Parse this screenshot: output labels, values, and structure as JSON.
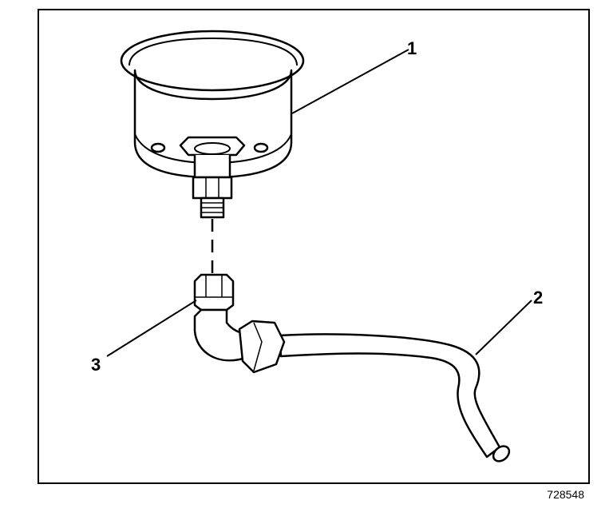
{
  "callouts": {
    "filter_housing": "1",
    "hose": "2",
    "elbow_fitting": "3"
  },
  "figure_id": "728548",
  "colors": {
    "ink": "#000000",
    "paper": "#ffffff"
  }
}
